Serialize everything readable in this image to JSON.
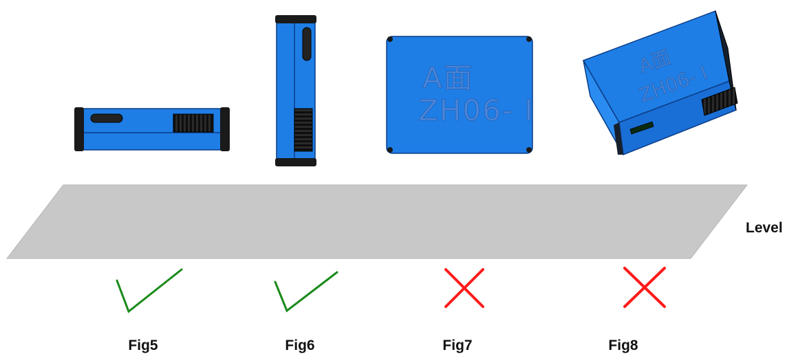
{
  "level_label": "Level",
  "module_face_text": "A面",
  "module_model_text": "ZH06- I",
  "figures": [
    {
      "label": "Fig5",
      "status": "correct",
      "mark_icon": "check-icon"
    },
    {
      "label": "Fig6",
      "status": "correct",
      "mark_icon": "check-icon"
    },
    {
      "label": "Fig7",
      "status": "incorrect",
      "mark_icon": "cross-icon"
    },
    {
      "label": "Fig8",
      "status": "incorrect",
      "mark_icon": "cross-icon"
    }
  ],
  "colors": {
    "module_body": "#1e7ee6",
    "module_edge": "#0b3c85",
    "end_cap": "#1a1a1a",
    "level_plane": "#c8c8c8",
    "check_mark": "#1a8a1a",
    "cross_mark": "#ff1a1a"
  }
}
